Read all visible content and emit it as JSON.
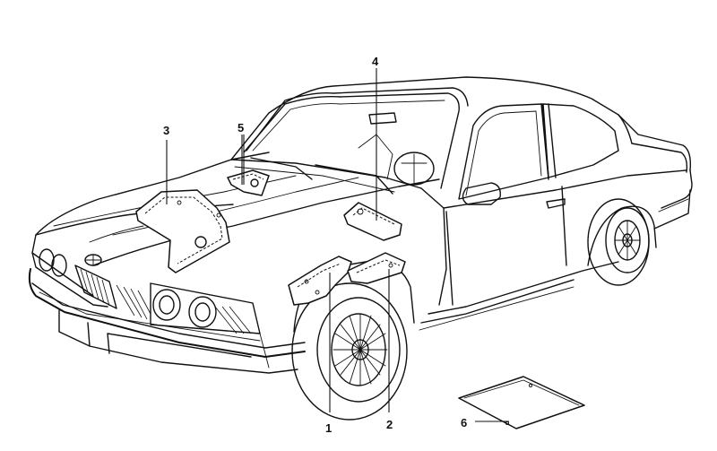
{
  "figure": {
    "background": "#ffffff",
    "line_color": "#111111",
    "callouts": [
      {
        "label": "1"
      },
      {
        "label": "2"
      },
      {
        "label": "3"
      },
      {
        "label": "4"
      },
      {
        "label": "5"
      },
      {
        "label": "6"
      }
    ]
  }
}
